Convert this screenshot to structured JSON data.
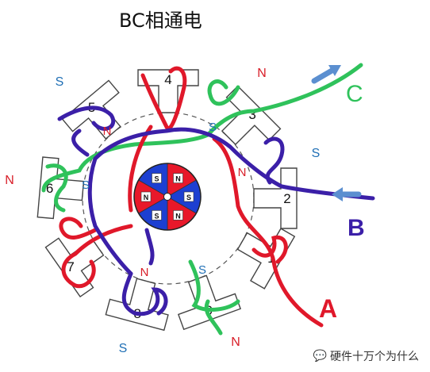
{
  "title": "BC相通电",
  "watermark": "硬件十万个为什么",
  "colors": {
    "phase_a": "#e0182a",
    "phase_b": "#3b1fa8",
    "phase_c": "#2fc25b",
    "north": "#d81e28",
    "south": "#1f6fb5",
    "arrow": "#5b8fd0"
  },
  "terminals": {
    "a": "A",
    "b": "B",
    "c": "C"
  },
  "teeth": [
    {
      "number": "1",
      "pole": ""
    },
    {
      "number": "2",
      "pole": "S"
    },
    {
      "number": "3",
      "pole": "N"
    },
    {
      "number": "4",
      "pole": ""
    },
    {
      "number": "5",
      "pole": "S"
    },
    {
      "number": "6",
      "pole": "N"
    },
    {
      "number": "7",
      "pole": ""
    },
    {
      "number": "8",
      "pole": "S"
    },
    {
      "number": "9",
      "pole": "N"
    }
  ],
  "inner_poles": [
    "N",
    "S",
    "N",
    "S",
    "N",
    "S"
  ],
  "rotor": {
    "pole_labels": [
      "N",
      "S",
      "N",
      "S",
      "N",
      "S"
    ]
  }
}
